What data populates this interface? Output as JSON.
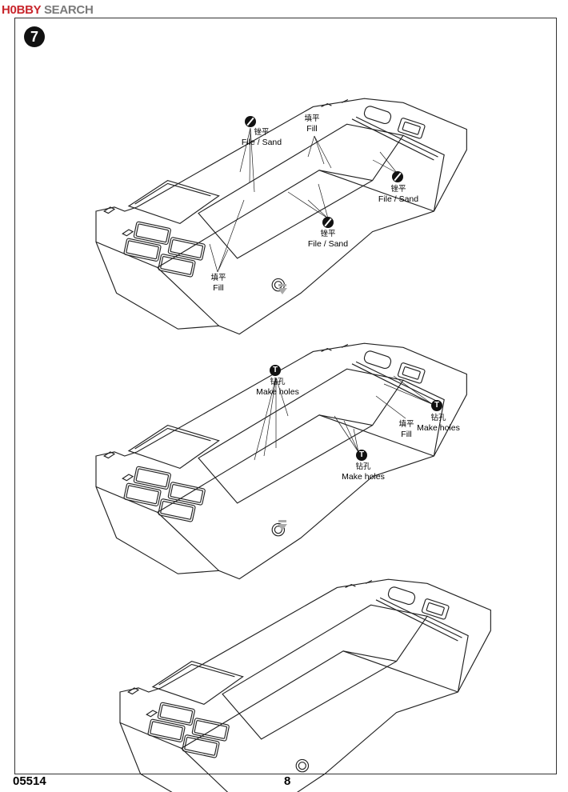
{
  "watermark": {
    "part1": "H0BBY",
    "part2": " SEARCH"
  },
  "step": {
    "number": "7"
  },
  "callouts": {
    "file_sand_cn": "锉平",
    "file_sand_en": "File / Sand",
    "fill_cn": "填平",
    "fill_en": "Fill",
    "holes_cn": "钻孔",
    "holes_en": "Make holes"
  },
  "footer": {
    "code": "05514",
    "page": "8"
  }
}
